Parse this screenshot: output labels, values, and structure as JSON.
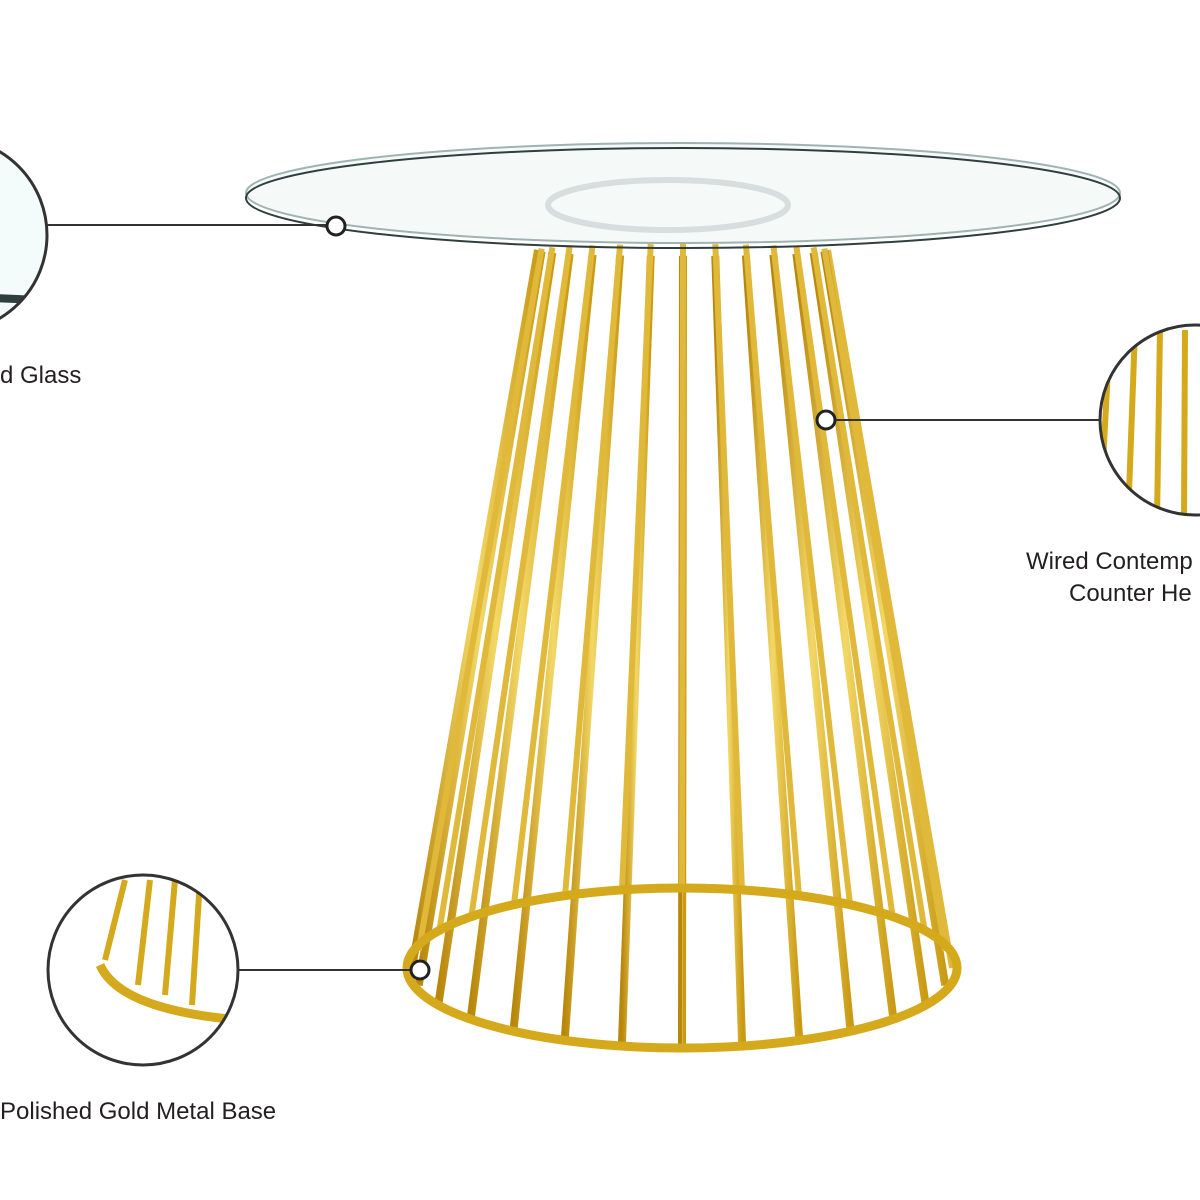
{
  "callouts": [
    {
      "label": "d Glass"
    },
    {
      "label_line1": "Wired Contemp",
      "label_line2": "Counter He"
    },
    {
      "label": "Polished Gold Metal Base"
    }
  ],
  "colors": {
    "gold": "#d4a91c",
    "gold_light": "#f3d766",
    "line": "#333333",
    "glass": "#eef5f4"
  }
}
